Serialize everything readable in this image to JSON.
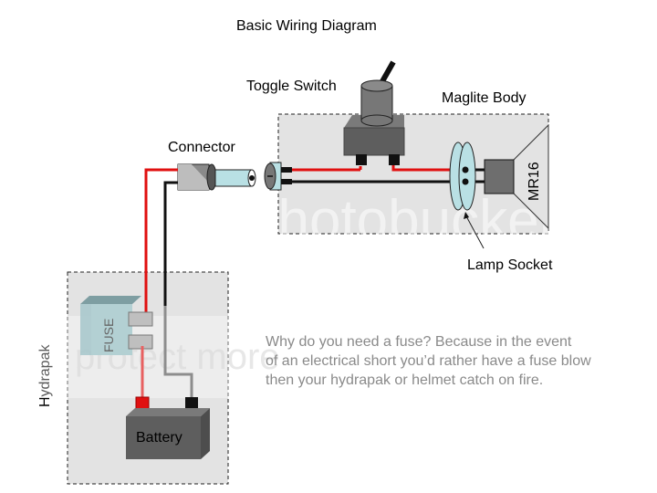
{
  "title": "Basic Wiring Diagram",
  "labels": {
    "toggle_switch": "Toggle Switch",
    "maglite_body": "Maglite Body",
    "connector": "Connector",
    "mr16": "MR16",
    "lamp_socket": "Lamp Socket",
    "hydrapak": "Hydrapak",
    "fuse": "FUSE",
    "battery": "Battery"
  },
  "note": {
    "lines": [
      "Why do you need a fuse?  Because in the event",
      "of an electrical short you’d rather have a fuse blow",
      "then your hydrapak or helmet catch on fire."
    ]
  },
  "watermark": {
    "text_top": "photobucket",
    "text_mid": "protect more"
  },
  "colors": {
    "positive_wire": "#e01010",
    "negative_wire": "#111111",
    "enclosure_fill": "#e3e3e3",
    "component_dark": "#5e5e5e",
    "plug_blue": "#b9e0e4",
    "fuse_teal": "#a8c8cc",
    "note_text": "#8a8a8a"
  }
}
